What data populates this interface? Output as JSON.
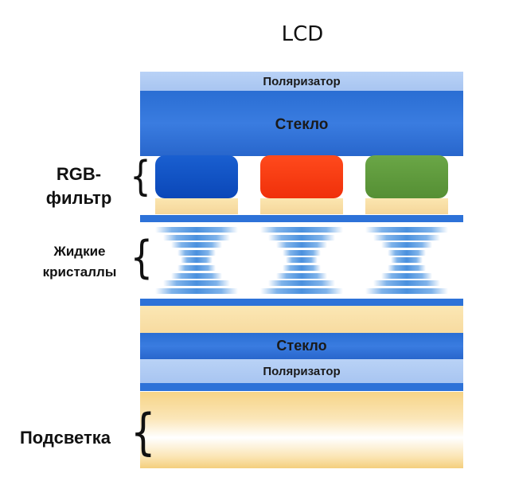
{
  "title": "LCD",
  "layers": {
    "polarizer_top": "Поляризатор",
    "glass_top": "Стекло",
    "glass_bottom": "Стекло",
    "polarizer_bottom": "Поляризатор"
  },
  "side_labels": {
    "rgb_line1": "RGB-",
    "rgb_line2": "фильтр",
    "lc_line1": "Жидкие",
    "lc_line2": "кристаллы",
    "backlight": "Подсветка"
  },
  "colors": {
    "filter_blue": "#0b4fc0",
    "filter_red": "#ff3b12",
    "filter_green": "#5e9a3a"
  },
  "icons": {
    "brace": "curly-brace-icon"
  }
}
